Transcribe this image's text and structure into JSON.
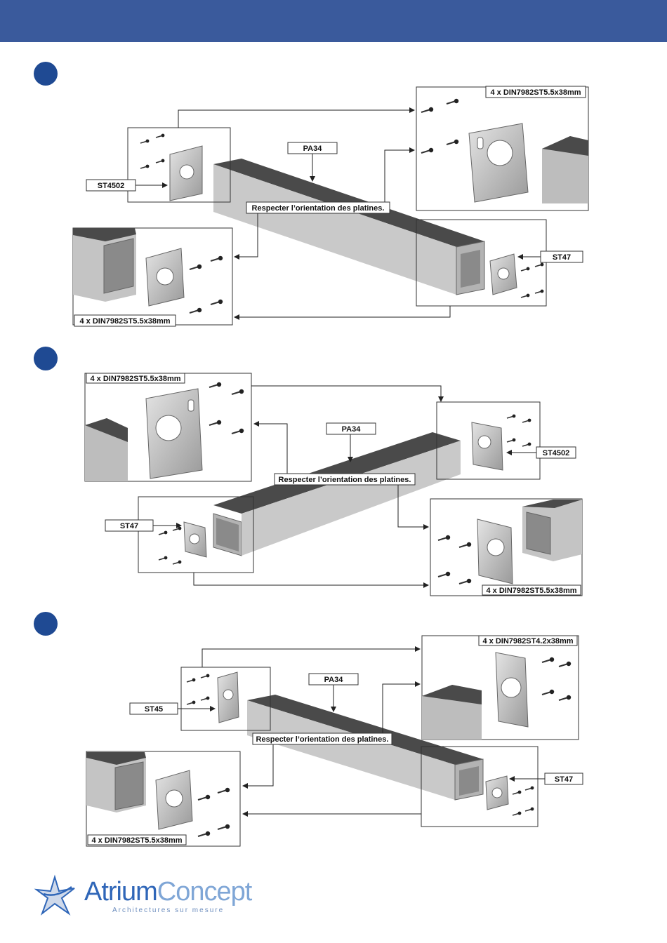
{
  "steps": [
    {
      "profile": "PA34",
      "note": "Respecter l’orientation des platines.",
      "callouts": [
        "ST4502",
        "ST47",
        "4 x DIN7982ST5.5x38mm",
        "4 x DIN7982ST5.5x38mm"
      ]
    },
    {
      "profile": "PA34",
      "note": "Respecter l’orientation des platines.",
      "callouts": [
        "ST47",
        "ST4502",
        "4 x DIN7982ST5.5x38mm",
        "4 x DIN7982ST5.5x38mm"
      ]
    },
    {
      "profile": "PA34",
      "note": "Respecter l’orientation des platines.",
      "callouts": [
        "ST45",
        "ST47",
        "4 x DIN7982ST4.2x38mm",
        "4 x DIN7982ST5.5x38mm"
      ]
    }
  ],
  "logo": {
    "name_part1": "Atrium",
    "name_part2": "Concept",
    "tagline": "Architectures sur mesure"
  },
  "colors": {
    "header": "#3a5a9c",
    "step_dot": "#1f4a93",
    "logo_blue": "#2f66b8"
  }
}
